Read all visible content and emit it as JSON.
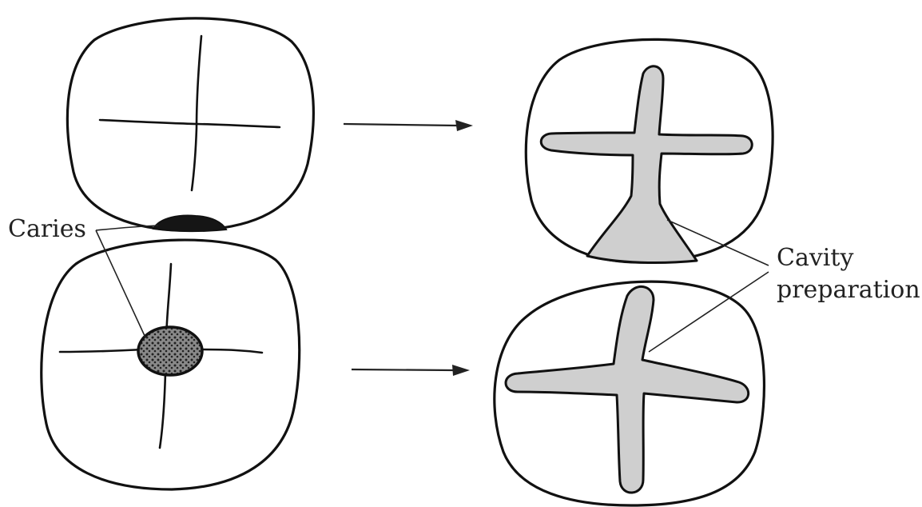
{
  "labels": {
    "caries": "Caries",
    "cavity_line1": "Cavity",
    "cavity_line2": "preparation"
  },
  "colors": {
    "ink": "#111111",
    "preparation_fill": "#cfcfcf"
  }
}
